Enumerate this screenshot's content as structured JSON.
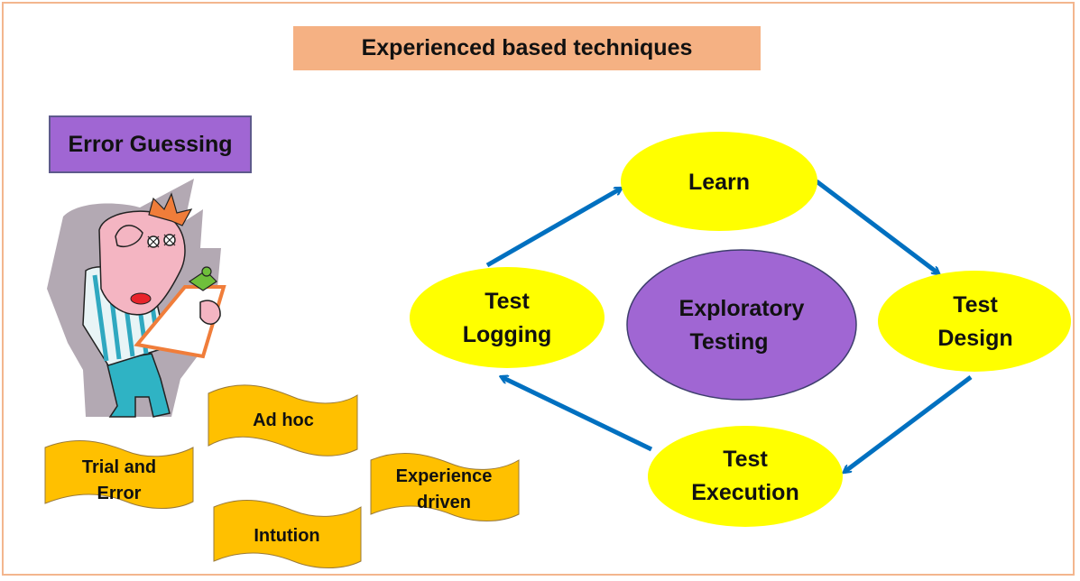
{
  "title": "Experienced based techniques",
  "error_guessing": {
    "label": "Error Guessing"
  },
  "flags": {
    "ad_hoc": "Ad hoc",
    "trial_and_error": {
      "line1": "Trial and",
      "line2": "Error"
    },
    "intution": "Intution",
    "experience_driven": {
      "line1": "Experience",
      "line2": "driven"
    }
  },
  "cycle": {
    "center": {
      "line1": "Exploratory",
      "line2": "Testing"
    },
    "learn": "Learn",
    "test_design": {
      "line1": "Test",
      "line2": "Design"
    },
    "test_execution": {
      "line1": "Test",
      "line2": "Execution"
    },
    "test_logging": {
      "line1": "Test",
      "line2": "Logging"
    }
  },
  "colors": {
    "title_bg": "#f5b183",
    "error_guessing_bg": "#a066d3",
    "flag_fill": "#ffc000",
    "node_fill": "#ffff00",
    "center_fill": "#a066d3",
    "arrow": "#0070c0",
    "frame": "#f3b68e"
  },
  "illustration": {
    "icon": "confused-tester-clipboard-clipart"
  }
}
